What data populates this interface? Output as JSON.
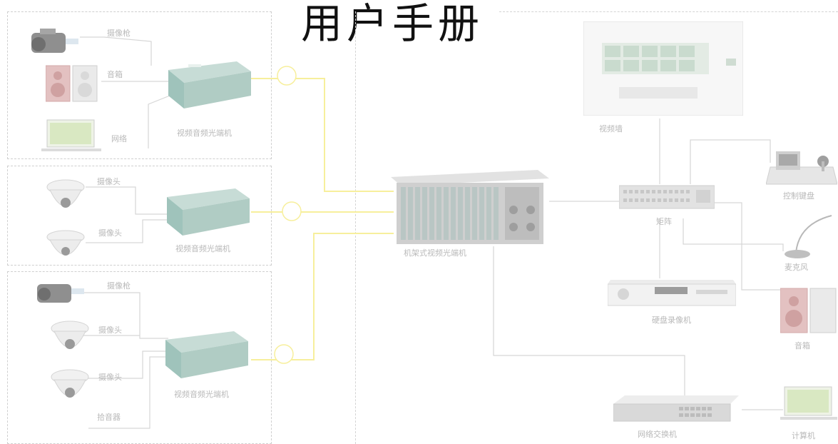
{
  "title": "用户手册",
  "labels": {
    "camera_gun": "摄像枪",
    "camera_head": "摄像头",
    "speaker": "音箱",
    "network": "网络",
    "video_audio_optical": "视频音频光端机",
    "rack_video_optical": "机架式视频光端机",
    "video_wall": "视频墙",
    "matrix": "矩阵",
    "control_keyboard": "控制键盘",
    "microphone": "麦克风",
    "dvr": "硬盘录像机",
    "network_switch": "网络交换机",
    "computer": "计算机",
    "pickup": "拾音器"
  },
  "colors": {
    "fiber": "#f7ef9c",
    "wire": "#d6d6d6",
    "panel_border": "#cfcfcf",
    "label": "#b9b9b9",
    "device_green": "#9fc3bb",
    "speaker_red": "#e3c1c1"
  }
}
